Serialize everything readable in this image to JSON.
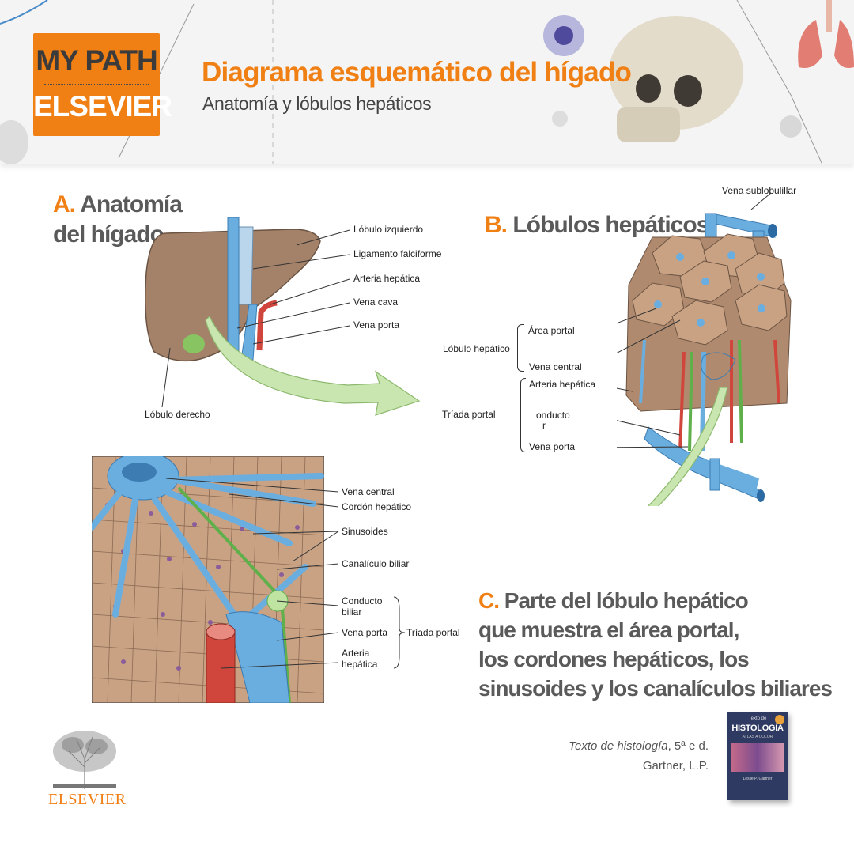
{
  "header": {
    "logo_top": "MY PATH",
    "logo_bottom": "ELSEVIER",
    "title": "Diagrama esquemático del hígado",
    "subtitle": "Anatomía y lóbulos hepáticos"
  },
  "sections": {
    "a_letter": "A.",
    "a_line1": "Anatomía",
    "a_line2": "del hígado",
    "b_letter": "B.",
    "b_text": "Lóbulos hepáticos",
    "c_letter": "C.",
    "c_line1": "Parte del lóbulo hepático",
    "c_line2": "que muestra el área portal,",
    "c_line3": "los cordones hepáticos, los",
    "c_line4": "sinusoides y los canalículos biliares"
  },
  "labels_a": {
    "lobulo_izquierdo": "Lóbulo izquierdo",
    "ligamento_falciforme": "Ligamento falciforme",
    "arteria_hepatica": "Arteria hepática",
    "vena_cava": "Vena cava",
    "vena_porta": "Vena porta",
    "lobulo_derecho": "Lóbulo derecho"
  },
  "labels_b": {
    "vena_sublobulillar": "Vena sublobulillar",
    "area_portal": "Área portal",
    "lobulo_hepatico": "Lóbulo hepático",
    "vena_central": "Vena central",
    "arteria_hepatica": "Arteria hepática",
    "triada_portal": "Tríada portal",
    "conducto": "onducto",
    "conducto_2": "r",
    "vena_porta": "Vena porta"
  },
  "labels_c": {
    "vena_central": "Vena central",
    "cordon_hepatico": "Cordón hepático",
    "sinusoides": "Sinusoides",
    "canaliculo_biliar": "Canalículo biliar",
    "conducto_biliar_1": "Conducto",
    "conducto_biliar_2": "biliar",
    "vena_porta": "Vena porta",
    "arteria_hepatica_1": "Arteria",
    "arteria_hepatica_2": "hepática",
    "triada_portal": "Tríada portal"
  },
  "footer": {
    "publisher": "ELSEVIER",
    "ref_title": "Texto de histología",
    "ref_edition": ", 5ª e d.",
    "ref_author": "Gartner, L.P.",
    "book_small": "Texto de",
    "book_title": "HISTOLOGÍA",
    "book_sub": "ATLAS A COLOR",
    "book_author": "Leslie P. Gartner"
  },
  "colors": {
    "accent": "#f07f14",
    "liver": "#a4826a",
    "vein": "#6aaee0",
    "artery": "#d0463c",
    "bile": "#5fb04a",
    "arrow": "#c9e6b0"
  }
}
